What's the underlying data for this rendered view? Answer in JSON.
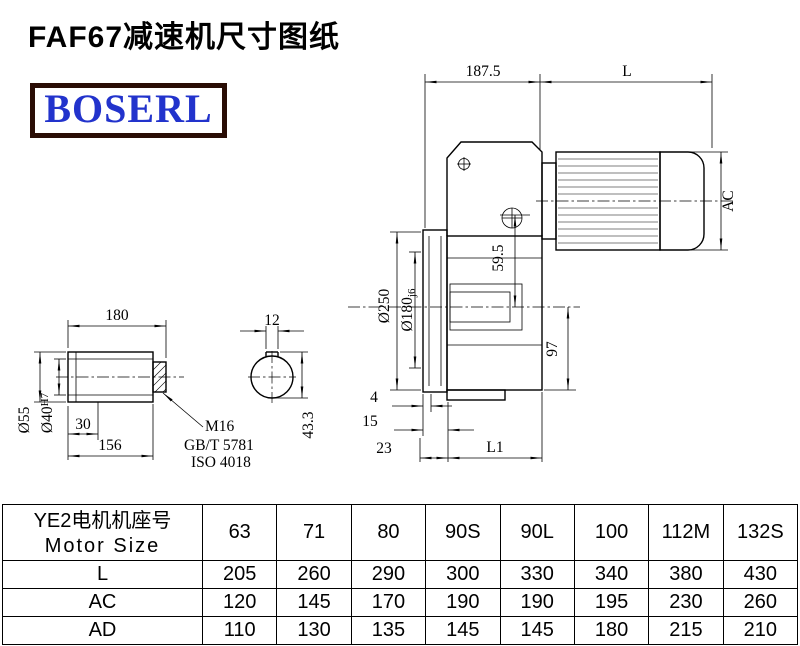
{
  "title": "FAF67减速机尺寸图纸",
  "logo": {
    "text": "BOSERL",
    "text_color": "#2233cc",
    "border_color": "#2a0d05"
  },
  "drawing": {
    "dim_total_width": "187.5",
    "dim_motor_length": "L",
    "dim_motor_height": "AC",
    "flange_dia": "Ø250",
    "spigot_dia": "Ø180",
    "spigot_tol": "j6",
    "dim_center_height": "59.5",
    "dim_97": "97",
    "dim_4": "4",
    "dim_15": "15",
    "dim_23": "23",
    "dim_L1": "L1",
    "shaft_length": "180",
    "key_width": "12",
    "hub_dia": "Ø55",
    "bore_dia": "Ø40",
    "bore_tol": "H7",
    "dim_30": "30",
    "dim_156": "156",
    "thread": "M16",
    "std_gb": "GB/T 5781",
    "std_iso": "ISO 4018",
    "keyway_height": "43.3"
  },
  "table": {
    "header_label_cn": "YE2电机机座号",
    "header_label_en": "Motor Size",
    "motor_sizes": [
      "63",
      "71",
      "80",
      "90S",
      "90L",
      "100",
      "112M",
      "132S"
    ],
    "rows": [
      {
        "label": "L",
        "values": [
          "205",
          "260",
          "290",
          "300",
          "330",
          "340",
          "380",
          "430"
        ]
      },
      {
        "label": "AC",
        "values": [
          "120",
          "145",
          "170",
          "190",
          "190",
          "195",
          "230",
          "260"
        ]
      },
      {
        "label": "AD",
        "values": [
          "110",
          "130",
          "135",
          "145",
          "145",
          "180",
          "215",
          "210"
        ]
      }
    ]
  }
}
